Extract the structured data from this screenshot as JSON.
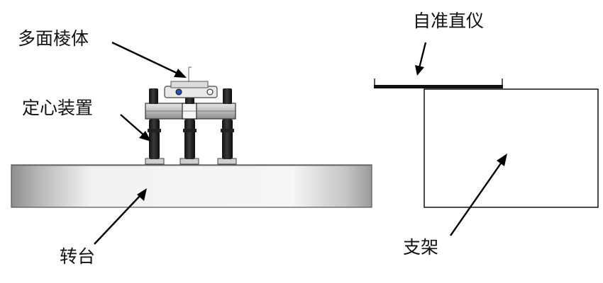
{
  "labels": {
    "polyhedron": "多面棱体",
    "centering_device": "定心装置",
    "turntable": "转台",
    "autocollimator": "自准直仪",
    "bracket": "支架"
  }
}
